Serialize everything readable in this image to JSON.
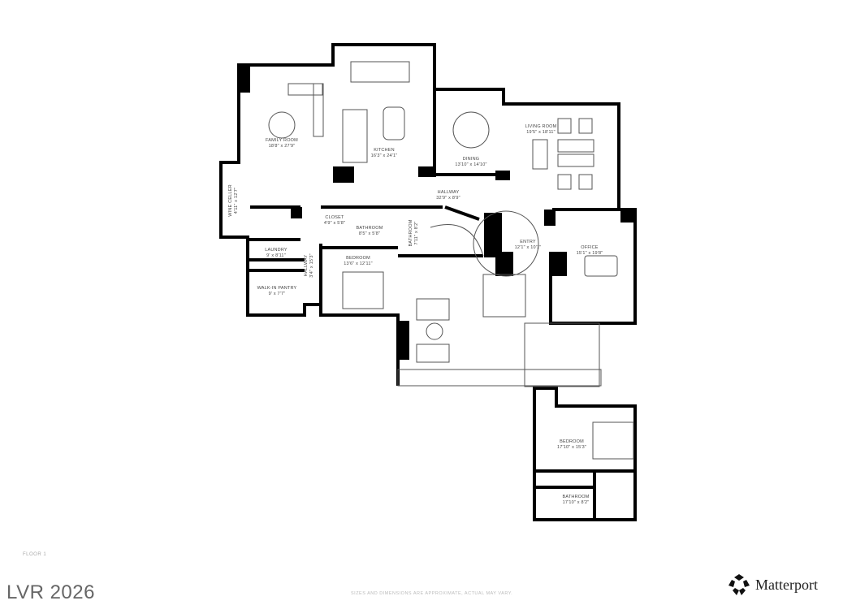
{
  "floor_label": "FLOOR 1",
  "watermark": "LVR 2026",
  "disclaimer": "SIZES AND DIMENSIONS ARE APPROXIMATE, ACTUAL MAY VARY.",
  "brand": {
    "name": "Matterport",
    "icon": "matterport-logo-icon"
  },
  "colors": {
    "wall": "#000000",
    "line": "#333333",
    "label": "#444444"
  },
  "rooms": [
    {
      "name": "FAMILY ROOM",
      "dims": "18'8\" x 27'9\""
    },
    {
      "name": "KITCHEN",
      "dims": "16'3\" x 24'1\""
    },
    {
      "name": "DINING",
      "dims": "13'10\" x 14'10\""
    },
    {
      "name": "LIVING ROOM",
      "dims": "19'5\" x 18'11\""
    },
    {
      "name": "HALLWAY",
      "dims": "32'9\" x 8'9\""
    },
    {
      "name": "WINE CELLER",
      "dims": "4'11\" x 12'7\""
    },
    {
      "name": "CLOSET",
      "dims": "4'9\" x 5'8\""
    },
    {
      "name": "BATHROOM",
      "dims": "8'5\" x 5'8\""
    },
    {
      "name": "BATHROOM",
      "dims": "7'11\" x 8'2\""
    },
    {
      "name": "LAUNDRY",
      "dims": "9' x 8'11\""
    },
    {
      "name": "HALLWAY",
      "dims": "3'4\" x 15'3\""
    },
    {
      "name": "BEDROOM",
      "dims": "13'6\" x 12'11\""
    },
    {
      "name": "WALK-IN PANTRY",
      "dims": "9' x 7'7\""
    },
    {
      "name": "ENTRY",
      "dims": "12'1\" x 10'1\""
    },
    {
      "name": "OFFICE",
      "dims": "15'1\" x 19'8\""
    },
    {
      "name": "BEDROOM",
      "dims": "17'10\" x 15'3\""
    },
    {
      "name": "BATHROOM",
      "dims": "17'10\" x 8'2\""
    }
  ]
}
